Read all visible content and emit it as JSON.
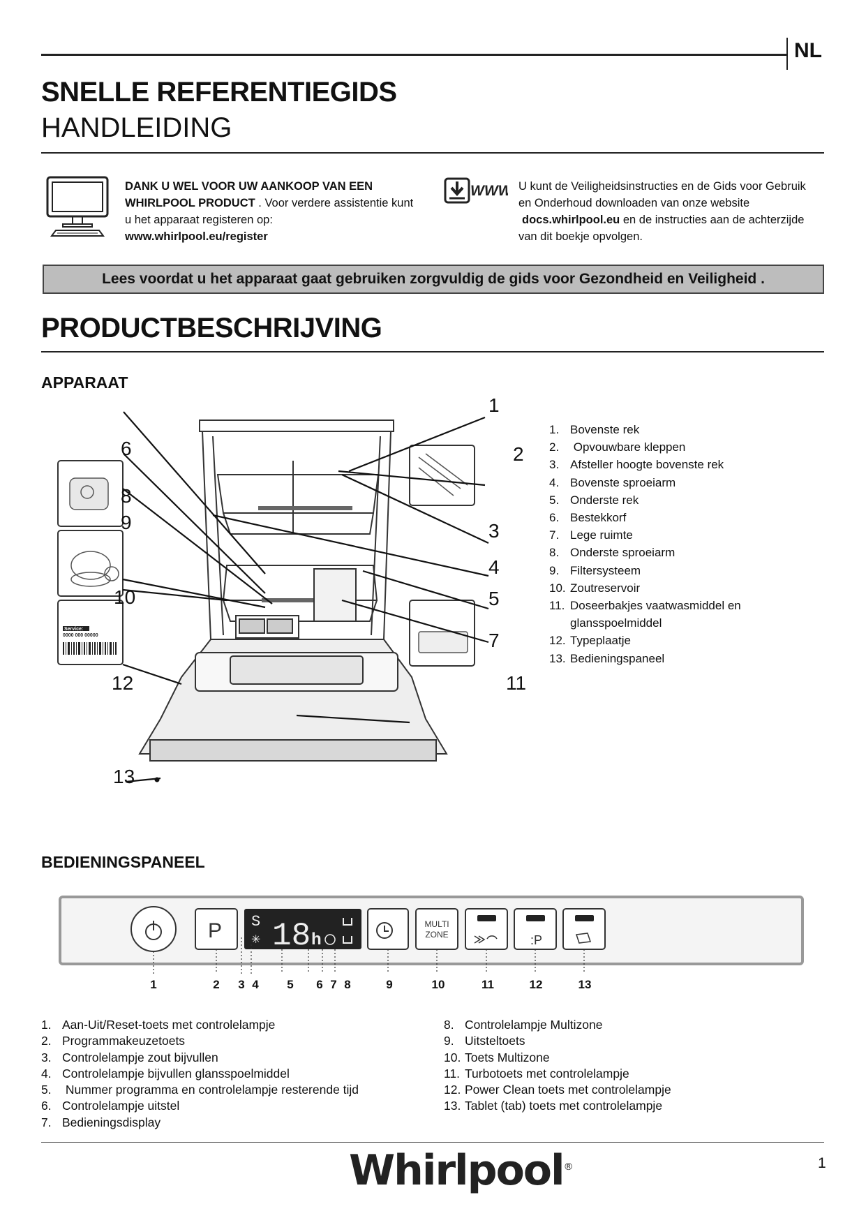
{
  "header": {
    "language": "NL",
    "title": "SNELLE REFERENTIEGIDS",
    "subtitle": "HANDLEIDING"
  },
  "info_left": {
    "icon": "computer-monitor-icon",
    "bold_line1": "DANK U WEL VOOR UW AANKOOP VAN EEN",
    "bold_line2": "WHIRLPOOL PRODUCT",
    "line2_rest": " . Voor verdere assistentie kunt",
    "line3": "u het apparaat registeren op:",
    "url": "www.whirlpool.eu/register"
  },
  "info_right": {
    "icon": "download-www-icon",
    "icon_text": "WWW",
    "line1": "U kunt de Veiligheidsinstructies en de Gids voor Gebruik",
    "line2": "en Onderhoud downloaden van onze website",
    "url": "docs.whirlpool.eu",
    "line3_rest": " en de instructies aan de achterzijde",
    "line4": "van dit boekje opvolgen."
  },
  "warning": "Lees voordat u het apparaat gaat gebruiken zorgvuldig de gids voor Gezondheid en Veiligheid .",
  "section_title": "PRODUCTBESCHRIJVING",
  "appliance": {
    "heading": "APPARAAT",
    "callouts": [
      "1",
      "2",
      "3",
      "4",
      "5",
      "6",
      "7",
      "8",
      "9",
      "10",
      "11",
      "12",
      "13"
    ],
    "service_label": "Service:",
    "service_number": "0000 000 00000",
    "items": [
      {
        "n": "1.",
        "label": "Bovenste rek"
      },
      {
        "n": "2.",
        "label": " Opvouwbare kleppen"
      },
      {
        "n": "3.",
        "label": "Afsteller hoogte bovenste rek"
      },
      {
        "n": "4.",
        "label": "Bovenste sproeiarm"
      },
      {
        "n": "5.",
        "label": "Onderste rek"
      },
      {
        "n": "6.",
        "label": "Bestekkorf"
      },
      {
        "n": "7.",
        "label": "Lege ruimte"
      },
      {
        "n": "8.",
        "label": "Onderste sproeiarm"
      },
      {
        "n": "9.",
        "label": "Filtersysteem"
      },
      {
        "n": "10.",
        "label": "Zoutreservoir"
      },
      {
        "n": "11.",
        "label": "Doseerbakjes vaatwasmiddel en glansspoelmiddel"
      },
      {
        "n": "12.",
        "label": "Typeplaatje"
      },
      {
        "n": "13.",
        "label": "Bedieningspaneel"
      }
    ]
  },
  "control_panel": {
    "heading": "BEDIENINGSPANEEL",
    "display": {
      "s": "S",
      "program": "18",
      "h": "h"
    },
    "multizone_line1": "MULTI",
    "multizone_line2": "ZONE",
    "p_label": "P",
    "numbers": [
      "1",
      "2",
      "3",
      "4",
      "5",
      "6",
      "7",
      "8",
      "9",
      "10",
      "11",
      "12",
      "13"
    ],
    "items_left": [
      {
        "n": "1.",
        "label": "Aan-Uit/Reset-toets met controlelampje"
      },
      {
        "n": "2.",
        "label": "Programmakeuzetoets"
      },
      {
        "n": "3.",
        "label": "Controlelampje zout bijvullen"
      },
      {
        "n": "4.",
        "label": "Controlelampje bijvullen glansspoelmiddel"
      },
      {
        "n": "5.",
        "label": " Nummer programma en controlelampje resterende tijd"
      },
      {
        "n": "6.",
        "label": "Controlelampje uitstel"
      },
      {
        "n": "7.",
        "label": "Bedieningsdisplay"
      }
    ],
    "items_right": [
      {
        "n": "8.",
        "label": "Controlelampje Multizone"
      },
      {
        "n": "9.",
        "label": "Uitsteltoets"
      },
      {
        "n": "10.",
        "label": "Toets Multizone"
      },
      {
        "n": "11.",
        "label": "Turbotoets met controlelampje"
      },
      {
        "n": "12.",
        "label": "Power Clean toets met controlelampje"
      },
      {
        "n": "13.",
        "label": "Tablet (tab) toets met controlelampje"
      }
    ]
  },
  "footer": {
    "brand": "Whirlpool",
    "registered": "®",
    "page_number": "1"
  }
}
